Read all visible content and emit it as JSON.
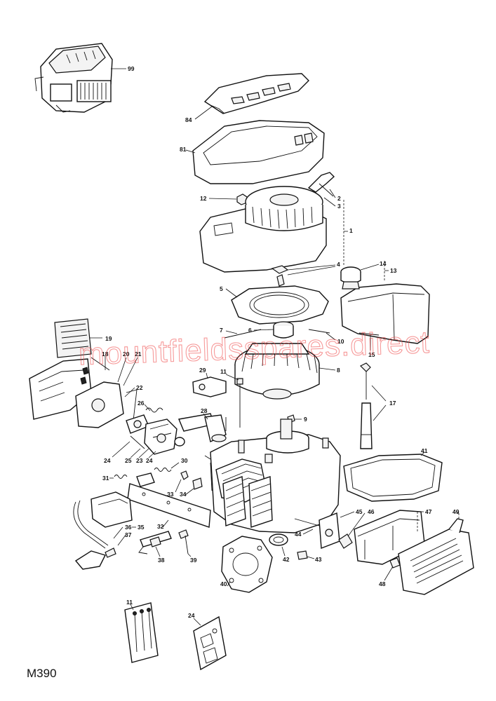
{
  "diagram": {
    "code": "M390",
    "watermark": "mountfieldsspares.direct",
    "callouts": [
      "99",
      "84",
      "81",
      "12",
      "2",
      "3",
      "1",
      "4",
      "5",
      "6",
      "7",
      "10",
      "8",
      "14",
      "13",
      "15",
      "17",
      "9",
      "19",
      "18",
      "20",
      "21",
      "22",
      "29",
      "11",
      "26",
      "28",
      "41",
      "24",
      "25",
      "23",
      "30",
      "31",
      "33",
      "34",
      "32",
      "36",
      "35",
      "37",
      "38",
      "39",
      "40",
      "42",
      "43",
      "44",
      "45",
      "46",
      "47",
      "48",
      "49"
    ],
    "inset_labels": [
      "11",
      "24"
    ]
  }
}
